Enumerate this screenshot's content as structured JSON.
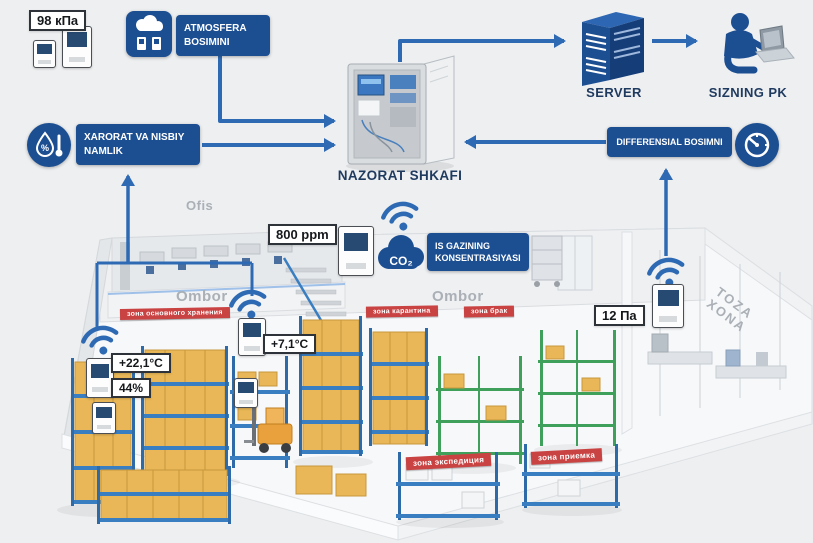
{
  "colors": {
    "primary_blue": "#1c4e92",
    "arrow_blue": "#2e6ab3",
    "banner_red": "#c94343",
    "rack_blue": "#3a7ec2",
    "rack_green": "#3fa05c",
    "box_yellow": "#e9b757",
    "background": "#edeff1"
  },
  "top_left": {
    "pressure_value": "98 кПа"
  },
  "boxes": {
    "atmosfera": "ATMOSFERA\nBOSIMINI",
    "xarorat": "XARORAT VA NISBIY\nNAMLIK",
    "differensial": "DIFFERENSIAL BOSIMNI",
    "is_gazi": "IS GAZINING\nKONSENTRASIYASI"
  },
  "captions": {
    "cabinet": "NAZORAT SHKAFI",
    "server": "SERVER",
    "pk": "SIZNING PK"
  },
  "icons": {
    "co2": "CO₂",
    "humidity_percent": "%"
  },
  "readings": {
    "co2_ppm": "800 ppm",
    "temperature_main": "+22,1°C",
    "humidity_main": "44%",
    "temperature_second": "+7,1°C",
    "diff_pressure": "12 Па"
  },
  "warehouse": {
    "office_label": "Ofis",
    "storage_label_1": "Ombor",
    "storage_label_2": "Ombor",
    "clean_room_label": "TOZA XONA",
    "zone_banners": [
      "зона основного хранения",
      "зона карантина",
      "зона брак",
      "зона экспедиция",
      "зона приемка"
    ]
  }
}
